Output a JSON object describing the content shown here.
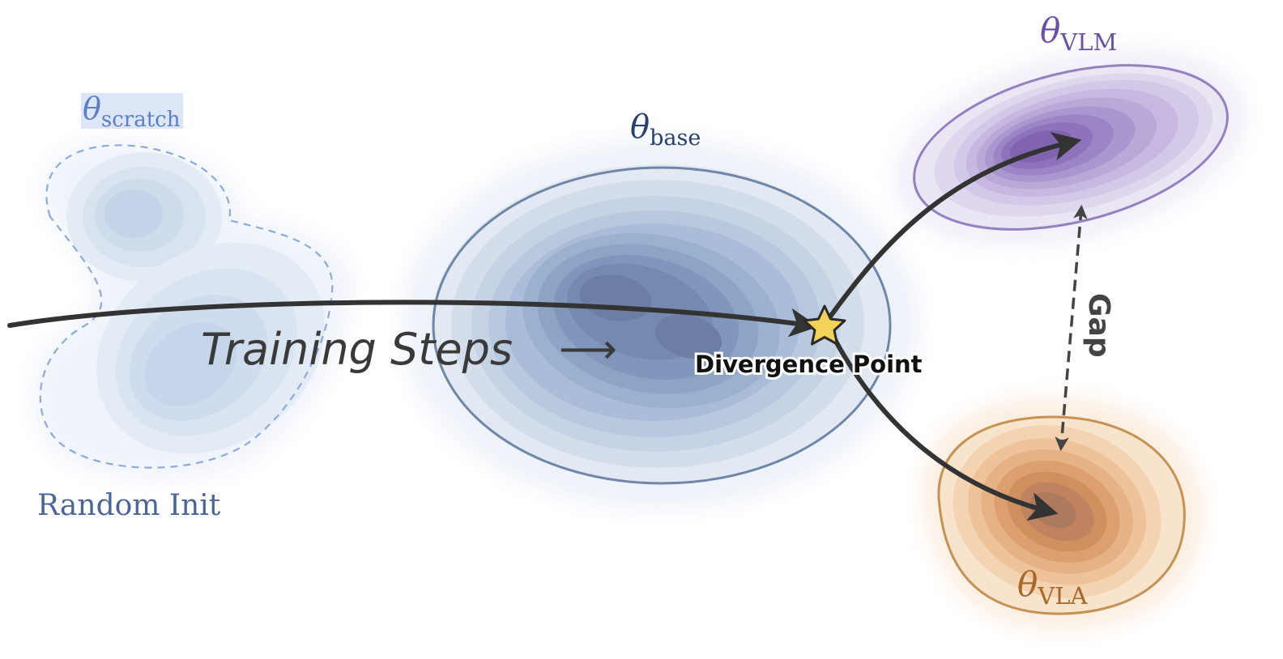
{
  "labels": {
    "scratch": {
      "symbol": "θ",
      "subscript": "scratch"
    },
    "base": {
      "symbol": "θ",
      "subscript": "base"
    },
    "vlm": {
      "symbol": "θ",
      "subscript": "VLM"
    },
    "vla": {
      "symbol": "θ",
      "subscript": "VLA"
    },
    "random_init": "Random Init",
    "training_steps": "Training Steps",
    "training_arrow": "⟶",
    "divergence_point": "Divergence Point",
    "gap": "Gap"
  },
  "colors": {
    "scratch": "#5b7fc4",
    "scratch_highlight": "#dde6f7",
    "base": "#27406e",
    "base_outline": "#6f86a8",
    "vlm": "#6b4fa8",
    "vlm_outline": "#9580c0",
    "vla": "#a5672a",
    "vla_outline": "#c49252",
    "trajectory": "#333333",
    "star": "#f2d257"
  }
}
